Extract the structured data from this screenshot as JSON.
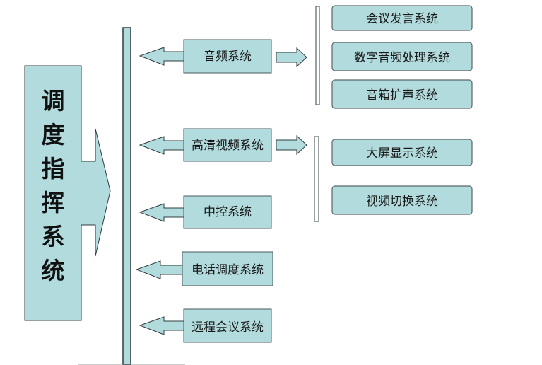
{
  "root": {
    "chars": [
      "调",
      "度",
      "指",
      "挥",
      "系",
      "统"
    ]
  },
  "subsystems": [
    {
      "label": "音频系统"
    },
    {
      "label": "高清视频系统"
    },
    {
      "label": "中控系统"
    },
    {
      "label": "电话调度系统"
    },
    {
      "label": "远程会议系统"
    }
  ],
  "audio_children": [
    {
      "label": "会议发言系统"
    },
    {
      "label": "数字音频处理系统"
    },
    {
      "label": "音箱扩声系统"
    }
  ],
  "video_children": [
    {
      "label": "大屏显示系统"
    },
    {
      "label": "视频切换系统"
    }
  ],
  "colors": {
    "fill": "#b2dbdd",
    "stroke": "#2f3c3e"
  }
}
